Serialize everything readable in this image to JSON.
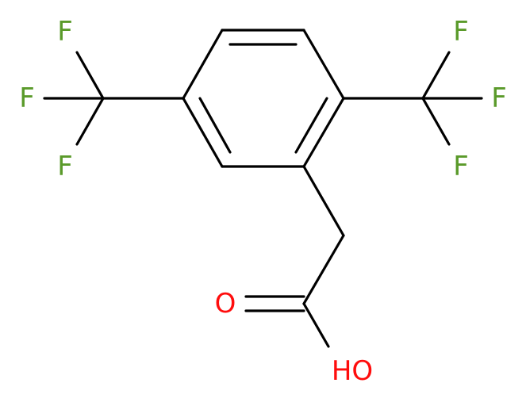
{
  "colors": {
    "bond": "#000000",
    "fluorine": "#5a9a2a",
    "oxygen": "#ff0d0d",
    "background": "#ffffff"
  },
  "atoms": {
    "f1": "F",
    "f2": "F",
    "f3": "F",
    "f4": "F",
    "f5": "F",
    "f6": "F",
    "o_carbonyl": "O",
    "oh": "HO"
  }
}
